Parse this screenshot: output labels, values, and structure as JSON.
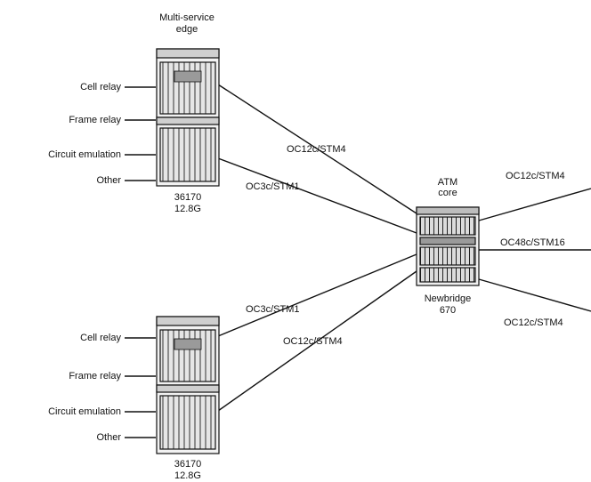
{
  "edge_title": {
    "line1": "Multi-service",
    "line2": "edge"
  },
  "top_switch": {
    "inputs": [
      "Cell relay",
      "Frame relay",
      "Circuit emulation",
      "Other"
    ],
    "model": "36170",
    "capacity": "12.8G"
  },
  "bottom_switch": {
    "inputs": [
      "Cell relay",
      "Frame relay",
      "Circuit emulation",
      "Other"
    ],
    "model": "36170",
    "capacity": "12.8G"
  },
  "core": {
    "title_line1": "ATM",
    "title_line2": "core",
    "name_line1": "Newbridge",
    "name_line2": "670"
  },
  "links": {
    "top_upper": "OC12c/STM4",
    "top_lower": "OC3c/STM1",
    "bottom_upper": "OC3c/STM1",
    "bottom_lower": "OC12c/STM4",
    "out_upper": "OC12c/STM4",
    "out_middle": "OC48c/STM16",
    "out_lower": "OC12c/STM4"
  },
  "colors": {
    "line": "#111111",
    "chassis": "#e8e8e8",
    "card": "#bdbdbd"
  }
}
